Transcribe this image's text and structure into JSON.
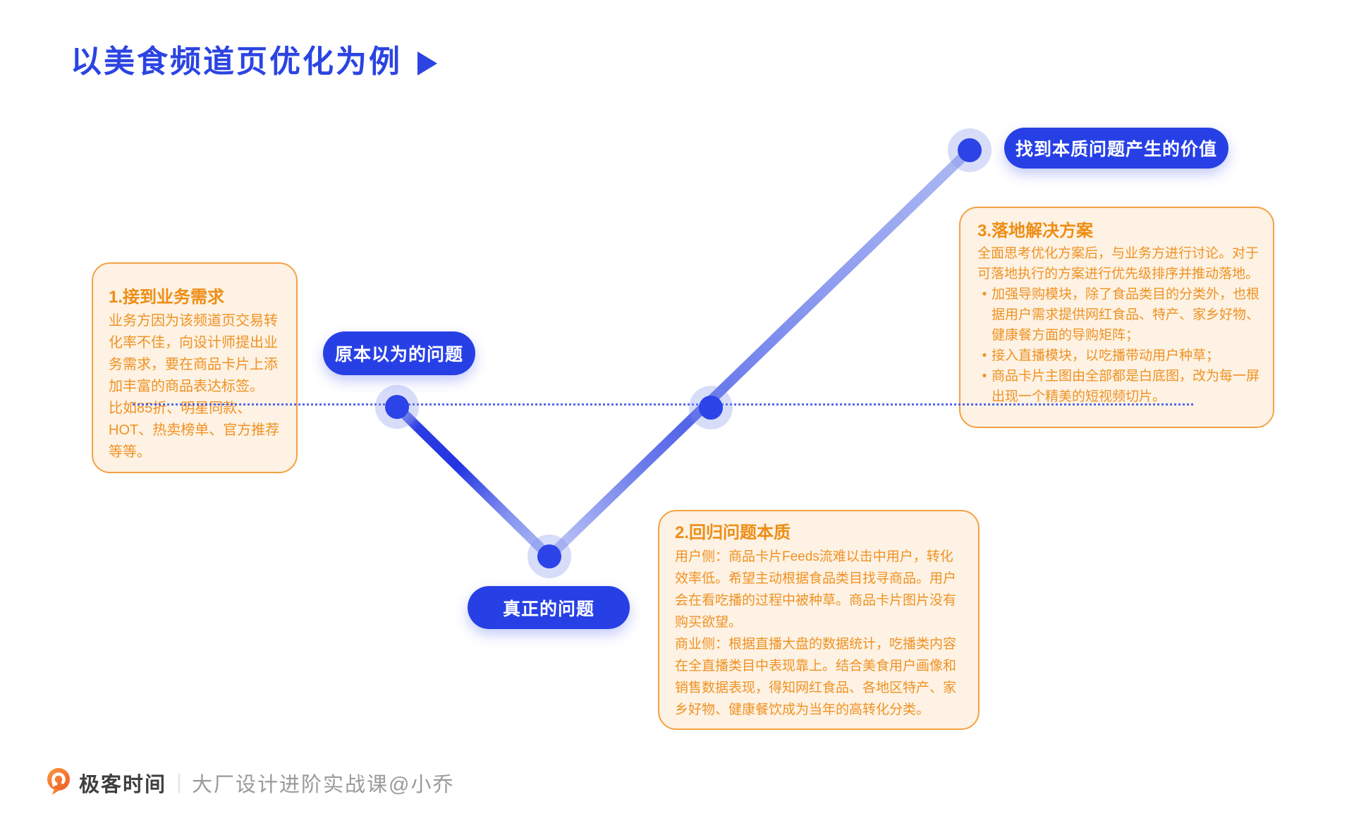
{
  "title": {
    "text": "以美食频道页优化为例"
  },
  "labels": {
    "assumed_problem": "原本以为的问题",
    "real_problem": "真正的问题",
    "value_found": "找到本质问题产生的价值"
  },
  "boxes": {
    "step1": {
      "title": "1.接到业务需求",
      "body": "业务方因为该频道页交易转\n化率不佳，向设计师提出业\n务需求，要在商品卡片上添\n加丰富的商品表达标签。\n比如85折、明星同款、\nHOT、热卖榜单、官方推荐\n等等。"
    },
    "step2": {
      "title": "2.回归问题本质",
      "body": "用户侧：商品卡片Feeds流难以击中用户，转化\n效率低。希望主动根据食品类目找寻商品。用户\n会在看吃播的过程中被种草。商品卡片图片没有\n购买欲望。\n商业侧：根据直播大盘的数据统计，吃播类内容\n在全直播类目中表现靠上。结合美食用户画像和\n销售数据表现，得知网红食品、各地区特产、家\n乡好物、健康餐饮成为当年的高转化分类。"
    },
    "step3": {
      "title": "3.落地解决方案",
      "intro": "全面思考优化方案后，与业务方进行讨论。对于\n可落地执行的方案进行优先级排序并推动落地。",
      "bullet_marker": "•",
      "bullets": [
        "加强导购模块，除了食品类目的分类外，也根\n据用户需求提供网红食品、特产、家乡好物、\n健康餐方面的导购矩阵；",
        "接入直播模块，以吃播带动用户种草；",
        "商品卡片主图由全部都是白底图，改为每一屏\n出现一个精美的短视频切片。"
      ]
    }
  },
  "footer": {
    "brand": "极客时间",
    "divider": "｜",
    "course": "大厂设计进阶实战课@小乔"
  },
  "colors": {
    "accent_blue": "#2b44e2",
    "node_blue": "#2b43e7",
    "line_deep_blue": "#2334e1",
    "line_light_blue": "#b3bef4",
    "dotted_blue": "#4c5fee",
    "card_border_orange": "#f3a145",
    "card_bg_cream": "#fdf2e3",
    "text_orange": "#f09224",
    "logo_orange": "#f06a2d"
  }
}
